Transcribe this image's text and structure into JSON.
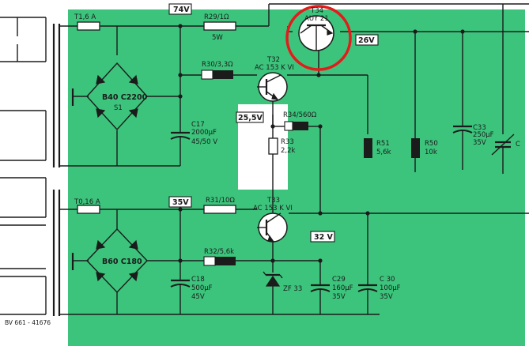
{
  "highlight_color": "#e31b1b",
  "green_color": "#3cc47c",
  "labels": {
    "fuse_t1": "T1,6 A",
    "fuse_t0": "T0,16 A",
    "v_top": "74V",
    "r29": "R29/1Ω",
    "r29_w": "5W",
    "t34": "T34",
    "t34_type": "AUY 21",
    "v_26": "26V",
    "r30": "R30/3,3Ω",
    "t32": "T32",
    "t32_type": "AC 153 K VI",
    "bridge_top": "B40 C2200",
    "bridge_top_sub": "S1",
    "c17": "C17",
    "c17_val": "2000μF",
    "c17_v": "45/50 V",
    "v_255": "25,5V",
    "r34": "R34/560Ω",
    "r33": "R33",
    "r33_val": "2,2k",
    "r51": "R51",
    "r51_val": "5,6k",
    "r50": "R50",
    "r50_val": "10k",
    "c33": "C33",
    "c33_val": "250μF",
    "c33_v": "35V",
    "c_right": "C",
    "v_35": "35V",
    "r31": "R31/10Ω",
    "t33": "T33",
    "t33_type": "AC 153 K VI",
    "v_32": "32 V",
    "bridge_bot": "B60 C180",
    "r32": "R32/5,6k",
    "c18": "C18",
    "c18_val": "500μF",
    "c18_v": "45V",
    "zf": "ZF 33",
    "c29": "C29",
    "c29_val": "160μF",
    "c29_v": "35V",
    "c30": "C 30",
    "c30_val": "100μF",
    "c30_v": "35V",
    "bv": "BV 661 - 41676"
  }
}
